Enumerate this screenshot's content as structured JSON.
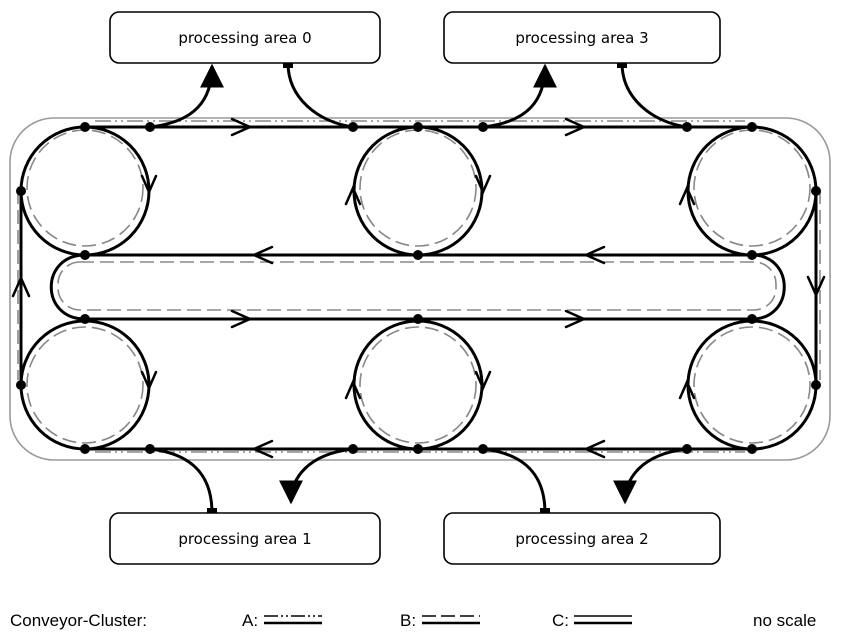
{
  "processing_areas": [
    {
      "label": "processing area 0"
    },
    {
      "label": "processing area 3"
    },
    {
      "label": "processing area 1"
    },
    {
      "label": "processing area 2"
    }
  ],
  "legend": {
    "title": "Conveyor-Cluster:",
    "a_label": "A:",
    "b_label": "B:",
    "c_label": "C:",
    "scale_note": "no scale"
  }
}
